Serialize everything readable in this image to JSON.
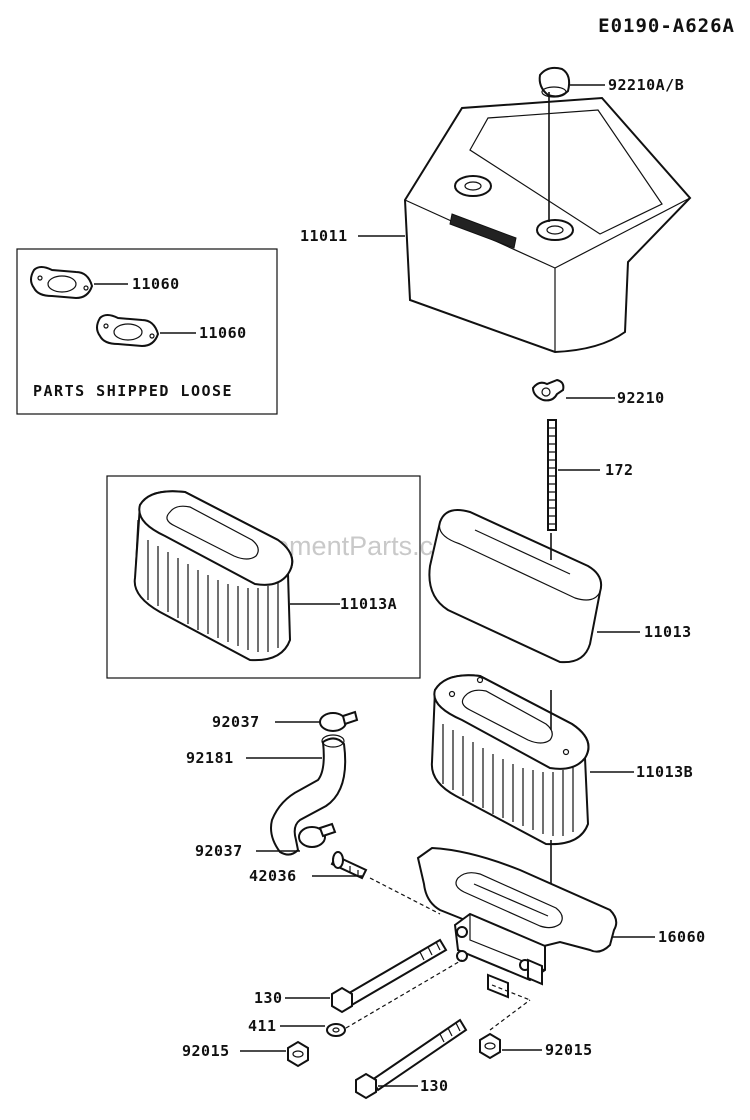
{
  "diagram_code": "E0190-A626A",
  "watermark": "ReplacementParts.com",
  "loose_parts_note": "PARTS SHIPPED LOOSE",
  "labels": {
    "cap_knob": "92210A/B",
    "cover": "11011",
    "gasket_a": "11060",
    "gasket_b": "11060",
    "wing_nut": "92210",
    "stud": "172",
    "alt_element": "11013A",
    "pre_cleaner": "11013",
    "element": "11013B",
    "clamp_top": "92037",
    "breather_hose": "92181",
    "clamp_bottom": "92037",
    "fitting": "42036",
    "base": "16060",
    "bolt_upper": "130",
    "washer": "411",
    "nut_left": "92015",
    "nut_right": "92015",
    "bolt_lower": "130"
  }
}
